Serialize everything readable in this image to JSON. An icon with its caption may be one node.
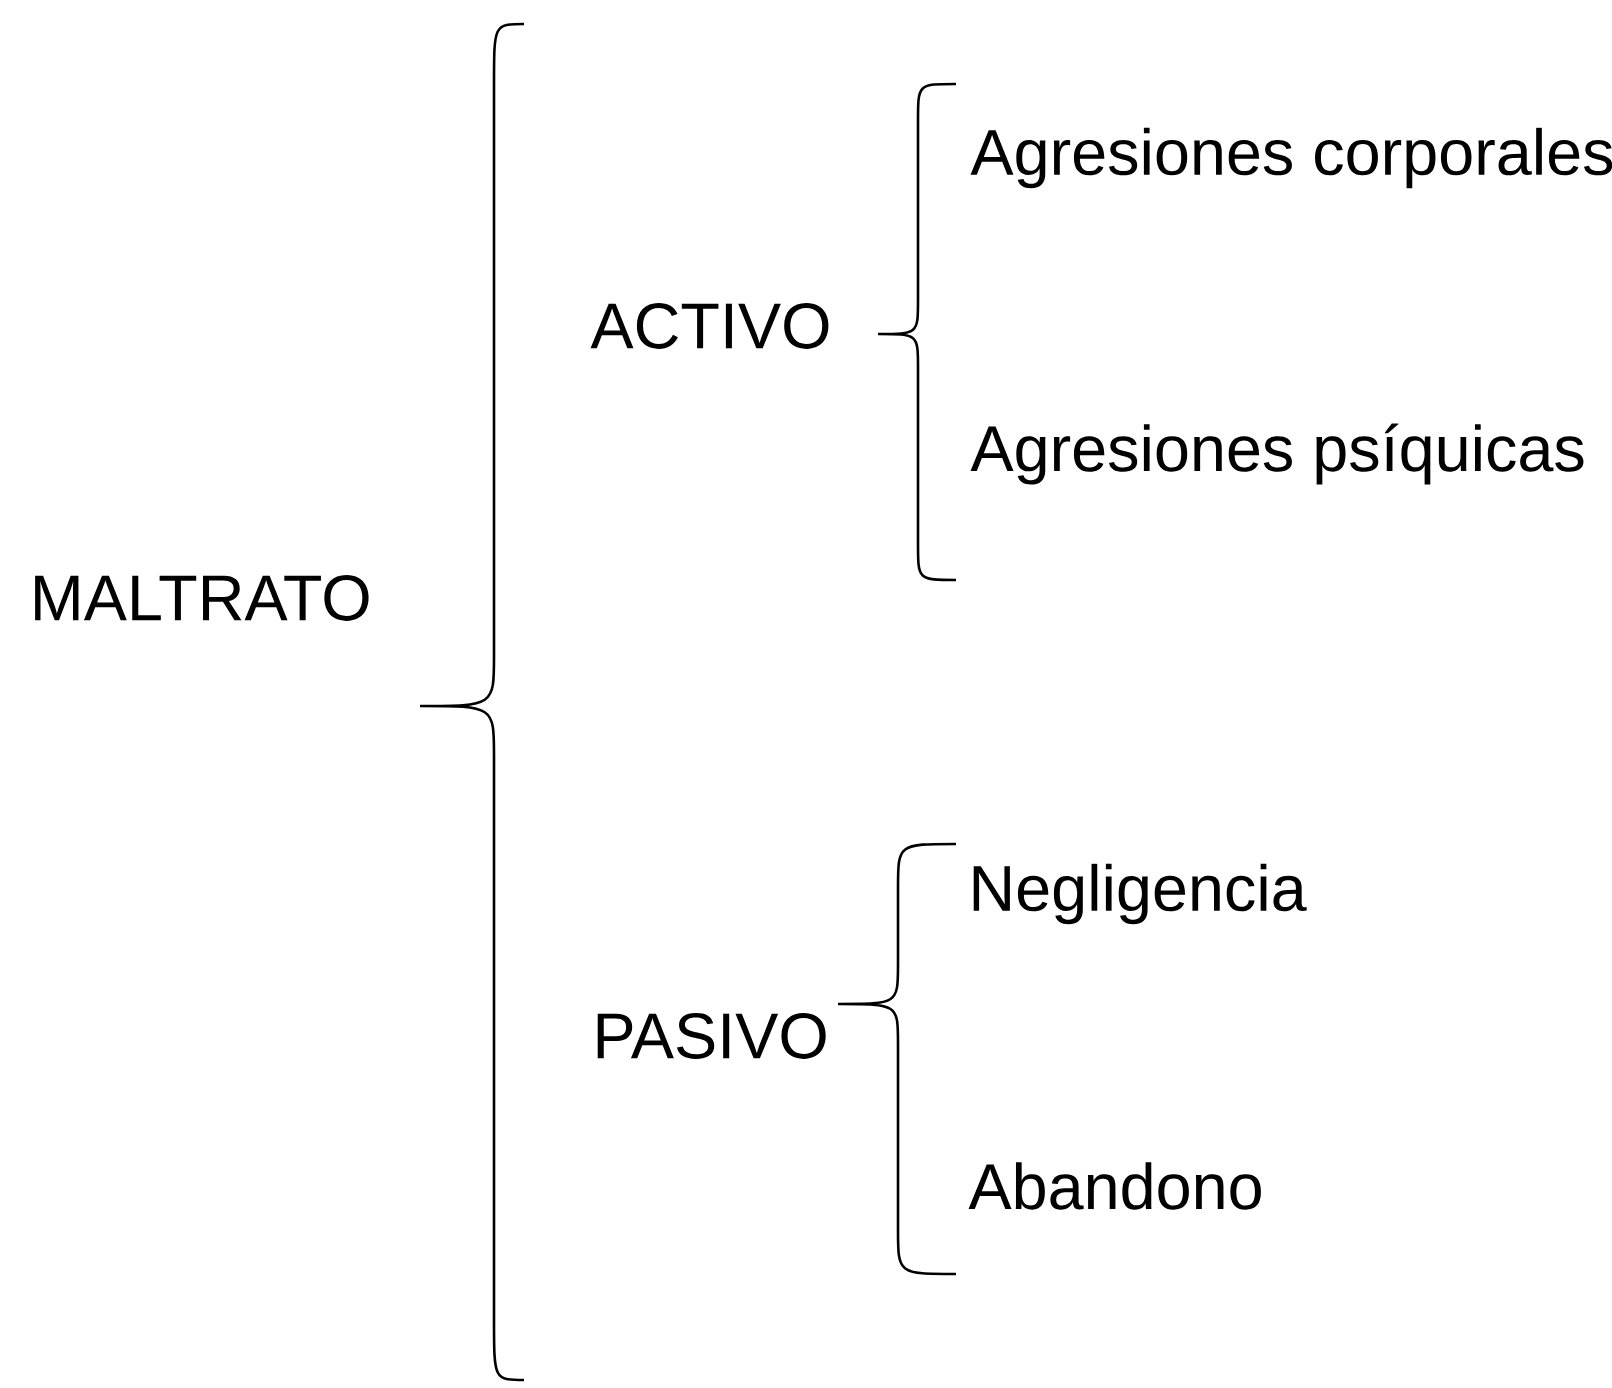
{
  "diagram": {
    "labels": [
      "MALTRATO",
      "ACTIVO",
      "Agresiones corporales",
      "Agresiones psíquicas",
      "PASIVO",
      "Negligencia",
      "Abandono"
    ]
  }
}
